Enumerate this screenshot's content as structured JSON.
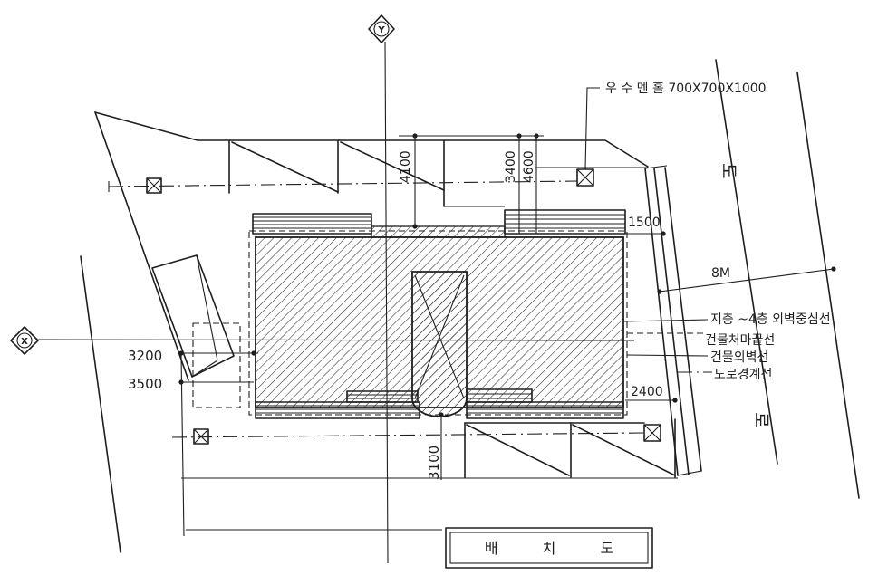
{
  "axes": {
    "y_label": "Y",
    "x_label": "X"
  },
  "labels": {
    "manhole": "우 수 멘 홀 700X700X1000",
    "wall_center_line": "지층 ~4층 외벽중심선",
    "eaves_line": "건물처마끝선",
    "exterior_wall_line": "건물외벽선",
    "road_boundary_line": "도로경계선",
    "road_char_1": "도",
    "road_char_2": "로",
    "road_width": "8M"
  },
  "dimensions": {
    "d4100": "4100",
    "d3400": "3400",
    "d4600": "4600",
    "d1500": "1500",
    "d2400": "2400",
    "d3200": "3200",
    "d3500": "3500",
    "d3100": "3100"
  },
  "title": "배 치 도"
}
